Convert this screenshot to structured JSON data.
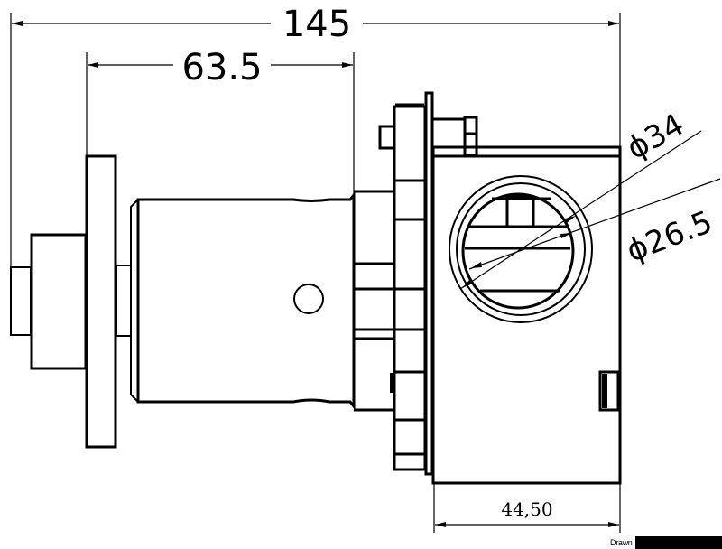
{
  "drawing": {
    "subject": "pump side view",
    "dimensions": {
      "overall_length": "145",
      "motor_length": "63.5",
      "outer_port_diameter": "ϕ34",
      "inner_port_diameter": "ϕ26.5",
      "pump_body_width": "44,50"
    },
    "footer": {
      "drawn_label": "Drawn"
    },
    "colors": {
      "line": "#000000",
      "background": "#ffffff"
    }
  }
}
